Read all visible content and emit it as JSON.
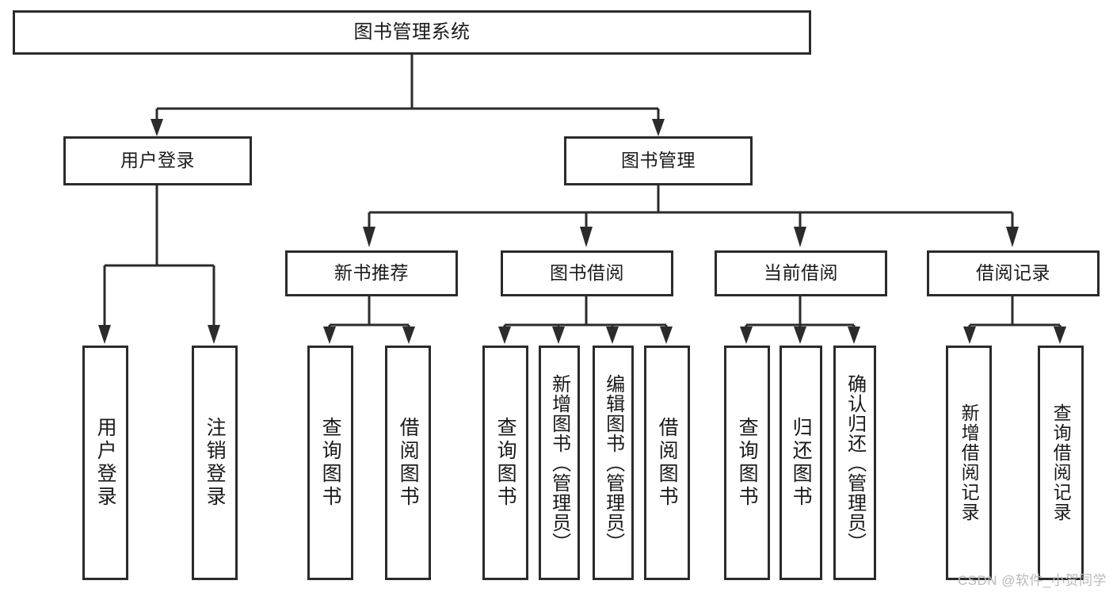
{
  "diagram": {
    "type": "tree",
    "title": "图书管理系统",
    "watermark": "CSDN @软件_小贺同学",
    "colors": {
      "stroke": "#2b2b2b",
      "fill": "#ffffff",
      "text": "#1a1a1a",
      "watermark": "#b9b9b9"
    },
    "nodes": {
      "root": {
        "label": "图书管理系统"
      },
      "level2": [
        {
          "label": "用户登录"
        },
        {
          "label": "图书管理"
        }
      ],
      "level3": [
        {
          "label": "新书推荐"
        },
        {
          "label": "图书借阅"
        },
        {
          "label": "当前借阅"
        },
        {
          "label": "借阅记录"
        }
      ],
      "leaves": {
        "user_login": [
          {
            "label": "用户登录"
          },
          {
            "label": "注销登录"
          }
        ],
        "new_book_recommend": [
          {
            "label": "查询图书"
          },
          {
            "label": "借阅图书"
          }
        ],
        "book_borrow": [
          {
            "label": "查询图书"
          },
          {
            "label": "新增图书（管理员）"
          },
          {
            "label": "编辑图书（管理员）"
          },
          {
            "label": "借阅图书"
          }
        ],
        "current_borrow": [
          {
            "label": "查询图书"
          },
          {
            "label": "归还图书"
          },
          {
            "label": "确认归还（管理员）"
          }
        ],
        "borrow_record": [
          {
            "label": "新增借阅记录"
          },
          {
            "label": "查询借阅记录"
          }
        ]
      }
    }
  }
}
